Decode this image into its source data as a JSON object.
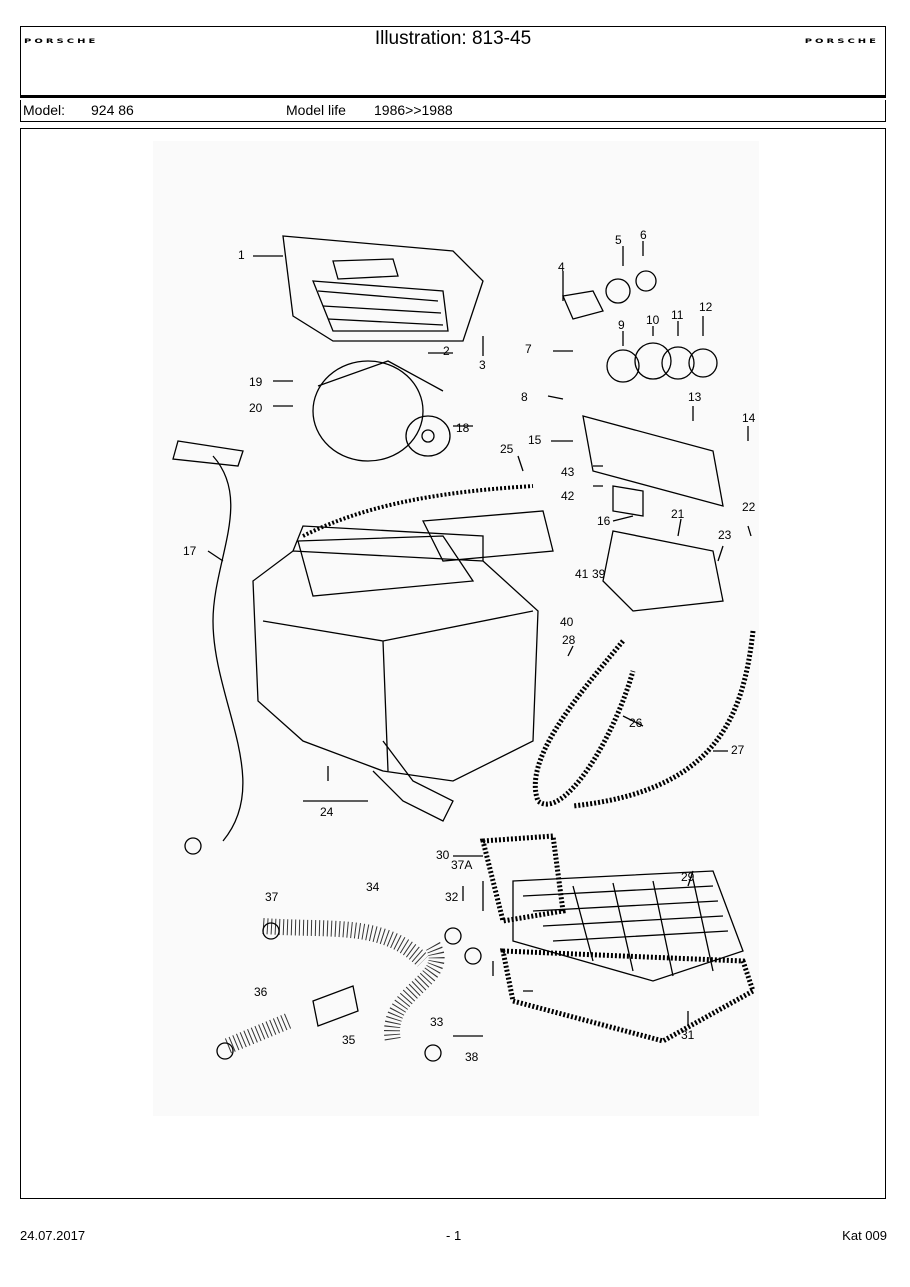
{
  "header": {
    "logo_left": "PORSCHE",
    "logo_right": "PORSCHE",
    "title": "Illustration: 813-45"
  },
  "model": {
    "model_label": "Model:",
    "model_value": "924 86",
    "life_label": "Model life",
    "life_value": "1986>>1988"
  },
  "callouts": [
    "1",
    "2",
    "3",
    "4",
    "5",
    "6",
    "7",
    "8",
    "9",
    "10",
    "11",
    "12",
    "13",
    "14",
    "15",
    "16",
    "17",
    "18",
    "19",
    "20",
    "21",
    "22",
    "23",
    "24",
    "25",
    "26",
    "27",
    "28",
    "29",
    "30",
    "31",
    "32",
    "33",
    "34",
    "35",
    "36",
    "37",
    "37A",
    "38",
    "39",
    "40",
    "41",
    "42",
    "43"
  ],
  "footer": {
    "date": "24.07.2017",
    "page": "- 1",
    "catalog": "Kat 009"
  }
}
